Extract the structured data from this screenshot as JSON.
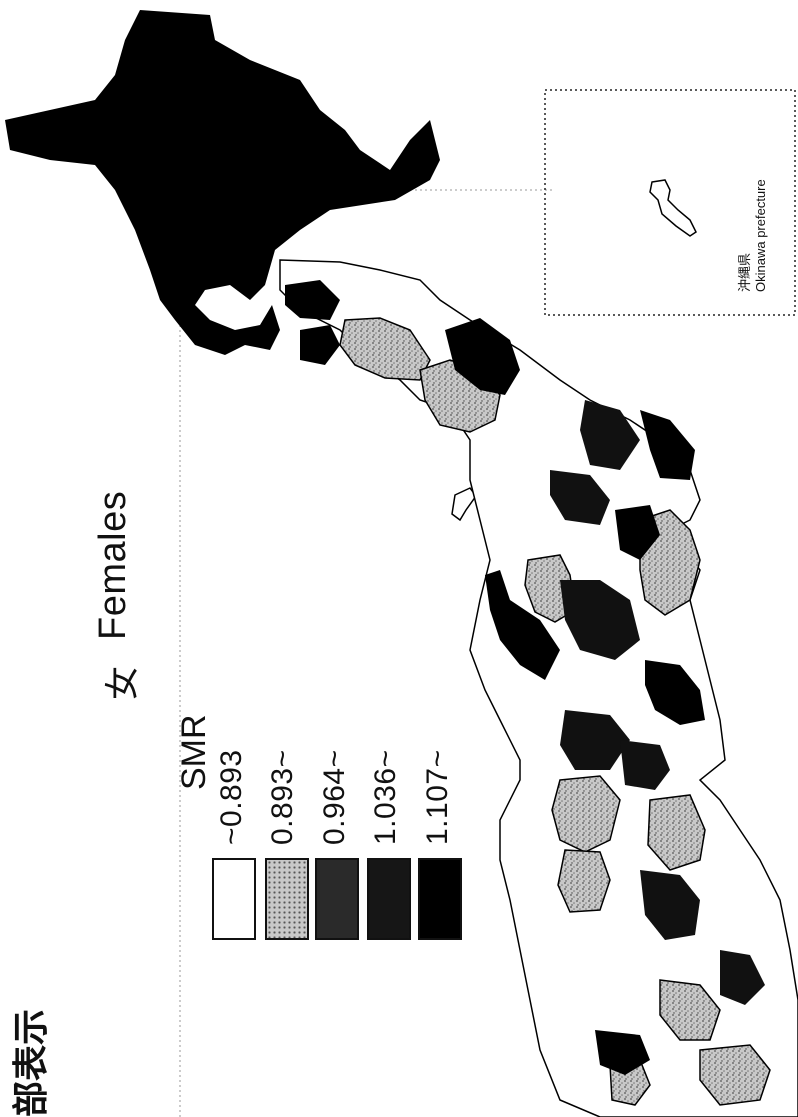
{
  "map_title": {
    "kanji": "女",
    "english": "Females"
  },
  "partial_heading": "部表示",
  "legend": {
    "title": "SMR",
    "items": [
      {
        "label": "~0.893",
        "color": "#ffffff",
        "pattern": "plain"
      },
      {
        "label": "0.893~",
        "color": "#bdbdbd",
        "pattern": "speckle"
      },
      {
        "label": "0.964~",
        "color": "#2a2a2a",
        "pattern": "plain"
      },
      {
        "label": "1.036~",
        "color": "#161616",
        "pattern": "plain"
      },
      {
        "label": "1.107~",
        "color": "#000000",
        "pattern": "plain"
      }
    ]
  },
  "inset": {
    "label_ja": "沖縄県",
    "label_en": "Okinawa prefecture"
  },
  "colors": {
    "ink": "#111111",
    "light_gray": "#bdbdbd",
    "white": "#ffffff",
    "black": "#000000"
  }
}
